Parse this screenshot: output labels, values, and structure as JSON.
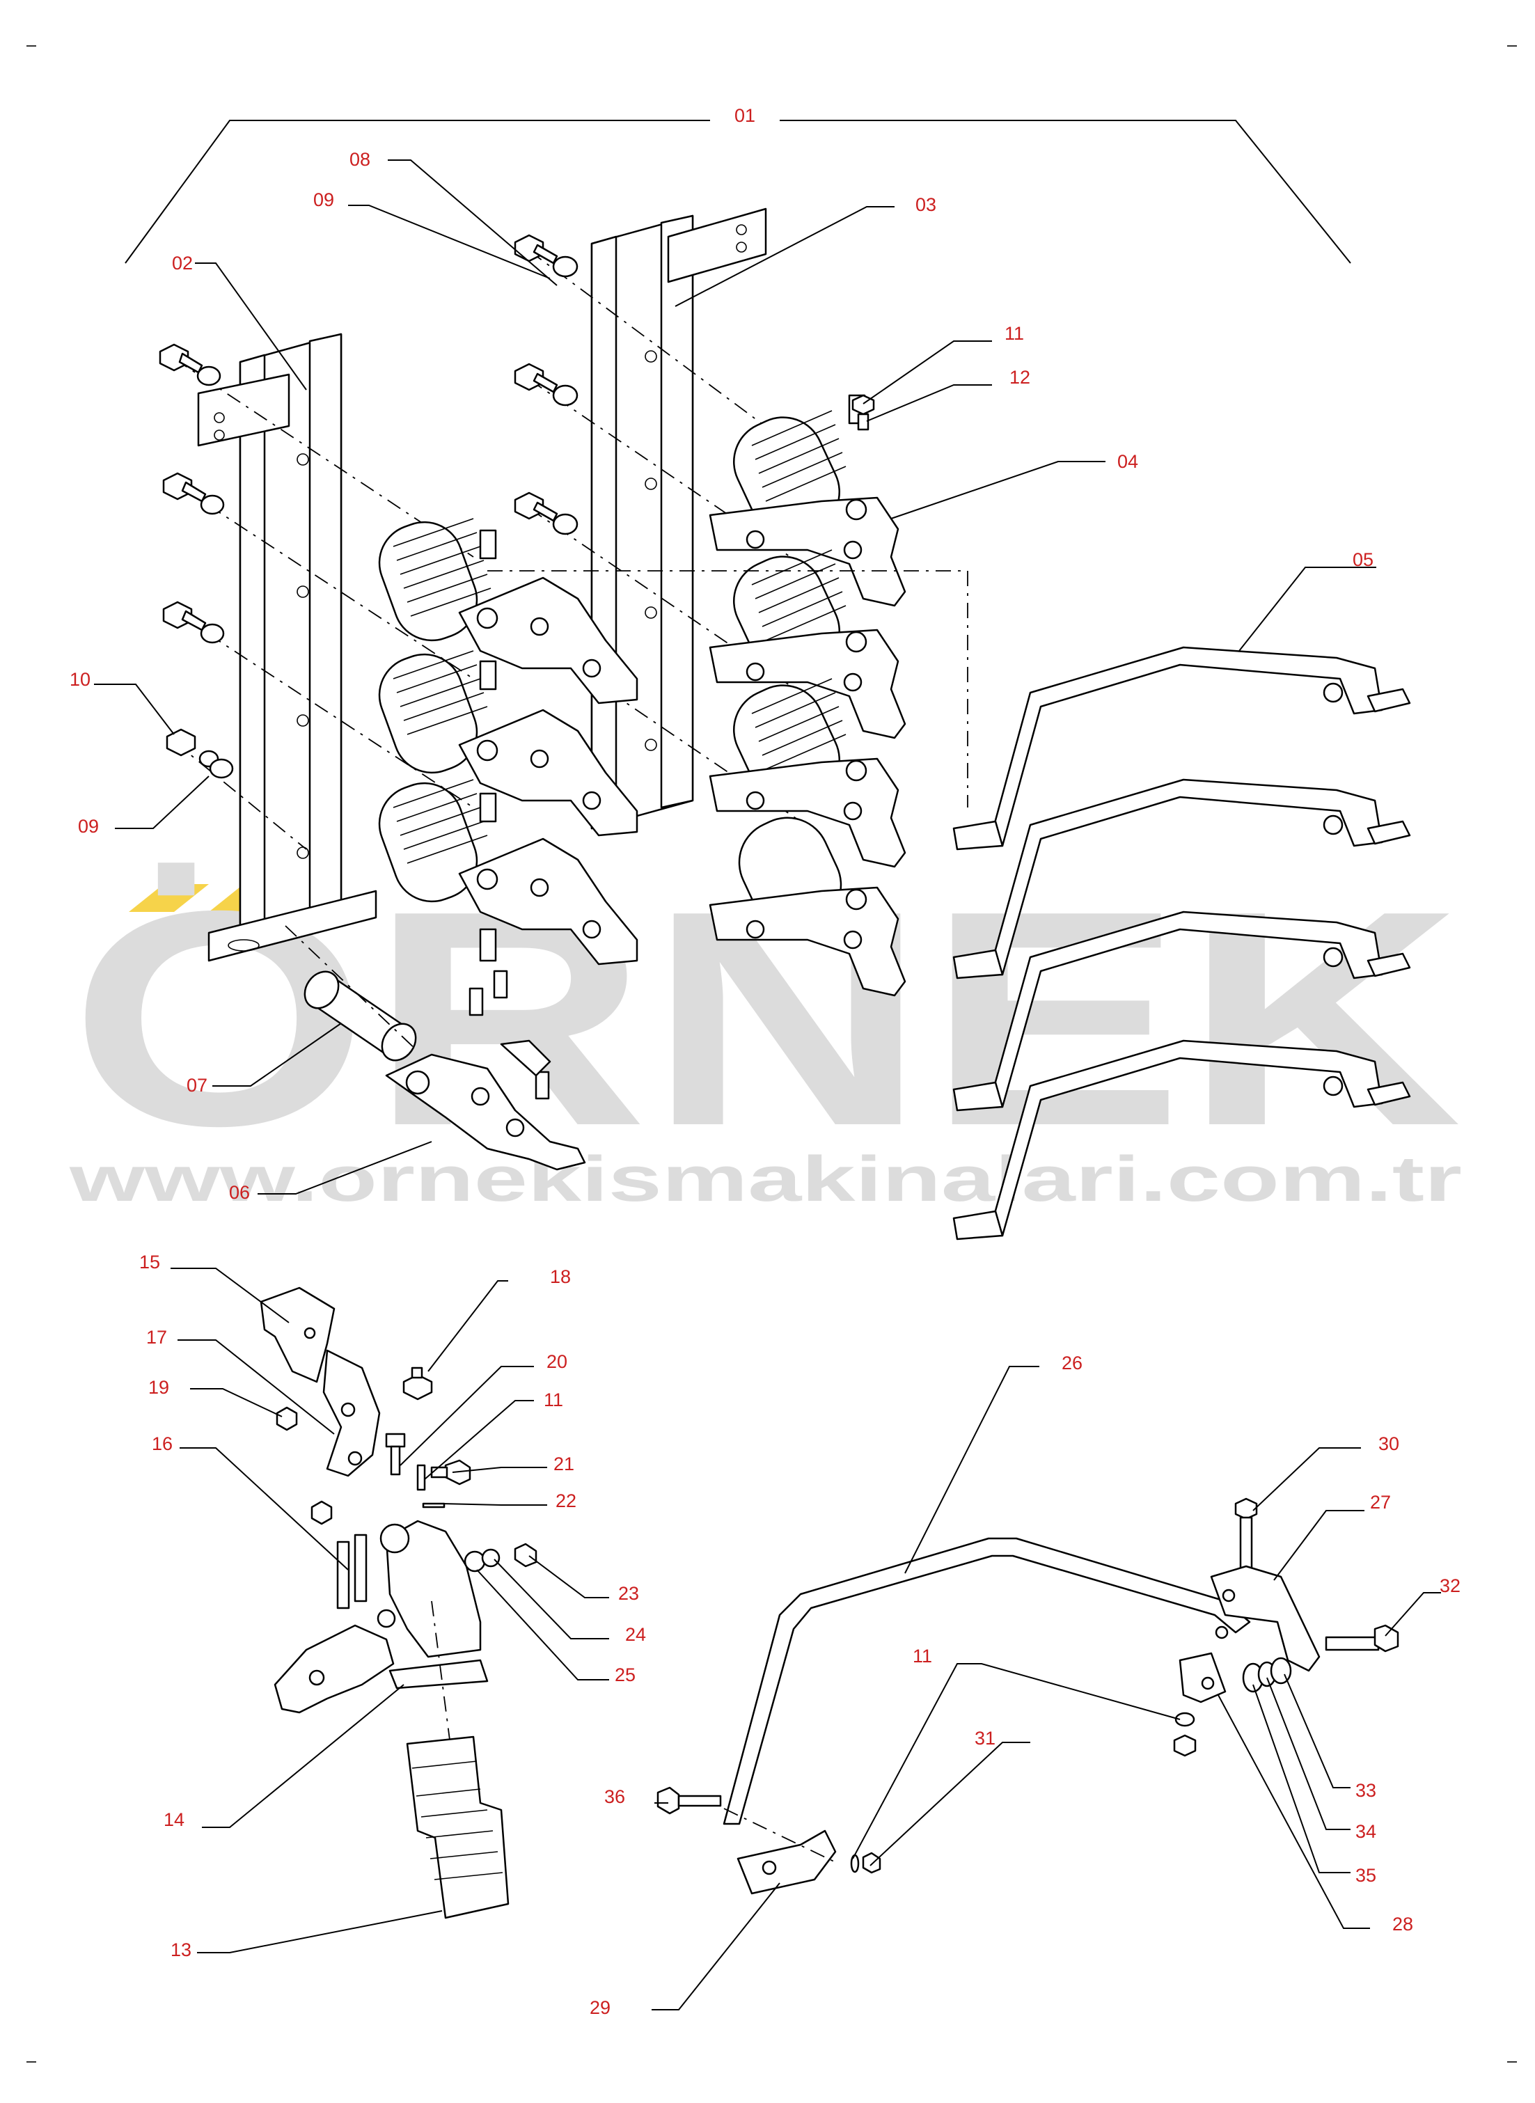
{
  "watermark": {
    "brand": "ÖRNEK",
    "url": "www.ornekismakinalari.com.tr",
    "accent_color": "#f6d34a",
    "text_color": "#dcdcdc"
  },
  "colors": {
    "callout": "#cc1f1f",
    "lines": "#000000",
    "background": "#ffffff"
  },
  "callouts": [
    {
      "id": "c01",
      "label": "01"
    },
    {
      "id": "c02",
      "label": "02"
    },
    {
      "id": "c03",
      "label": "03"
    },
    {
      "id": "c04",
      "label": "04"
    },
    {
      "id": "c05",
      "label": "05"
    },
    {
      "id": "c06",
      "label": "06"
    },
    {
      "id": "c07",
      "label": "07"
    },
    {
      "id": "c08",
      "label": "08"
    },
    {
      "id": "c09a",
      "label": "09"
    },
    {
      "id": "c09b",
      "label": "09"
    },
    {
      "id": "c10",
      "label": "10"
    },
    {
      "id": "c11a",
      "label": "11"
    },
    {
      "id": "c12",
      "label": "12"
    },
    {
      "id": "c11b",
      "label": "11"
    },
    {
      "id": "c11c",
      "label": "11"
    },
    {
      "id": "c13",
      "label": "13"
    },
    {
      "id": "c14",
      "label": "14"
    },
    {
      "id": "c15",
      "label": "15"
    },
    {
      "id": "c16",
      "label": "16"
    },
    {
      "id": "c17",
      "label": "17"
    },
    {
      "id": "c18",
      "label": "18"
    },
    {
      "id": "c19",
      "label": "19"
    },
    {
      "id": "c20",
      "label": "20"
    },
    {
      "id": "c21",
      "label": "21"
    },
    {
      "id": "c22",
      "label": "22"
    },
    {
      "id": "c23",
      "label": "23"
    },
    {
      "id": "c24",
      "label": "24"
    },
    {
      "id": "c25",
      "label": "25"
    },
    {
      "id": "c26",
      "label": "26"
    },
    {
      "id": "c27",
      "label": "27"
    },
    {
      "id": "c28",
      "label": "28"
    },
    {
      "id": "c29",
      "label": "29"
    },
    {
      "id": "c30",
      "label": "30"
    },
    {
      "id": "c31",
      "label": "31"
    },
    {
      "id": "c32",
      "label": "32"
    },
    {
      "id": "c33",
      "label": "33"
    },
    {
      "id": "c34",
      "label": "34"
    },
    {
      "id": "c35",
      "label": "35"
    },
    {
      "id": "c36",
      "label": "36"
    }
  ]
}
